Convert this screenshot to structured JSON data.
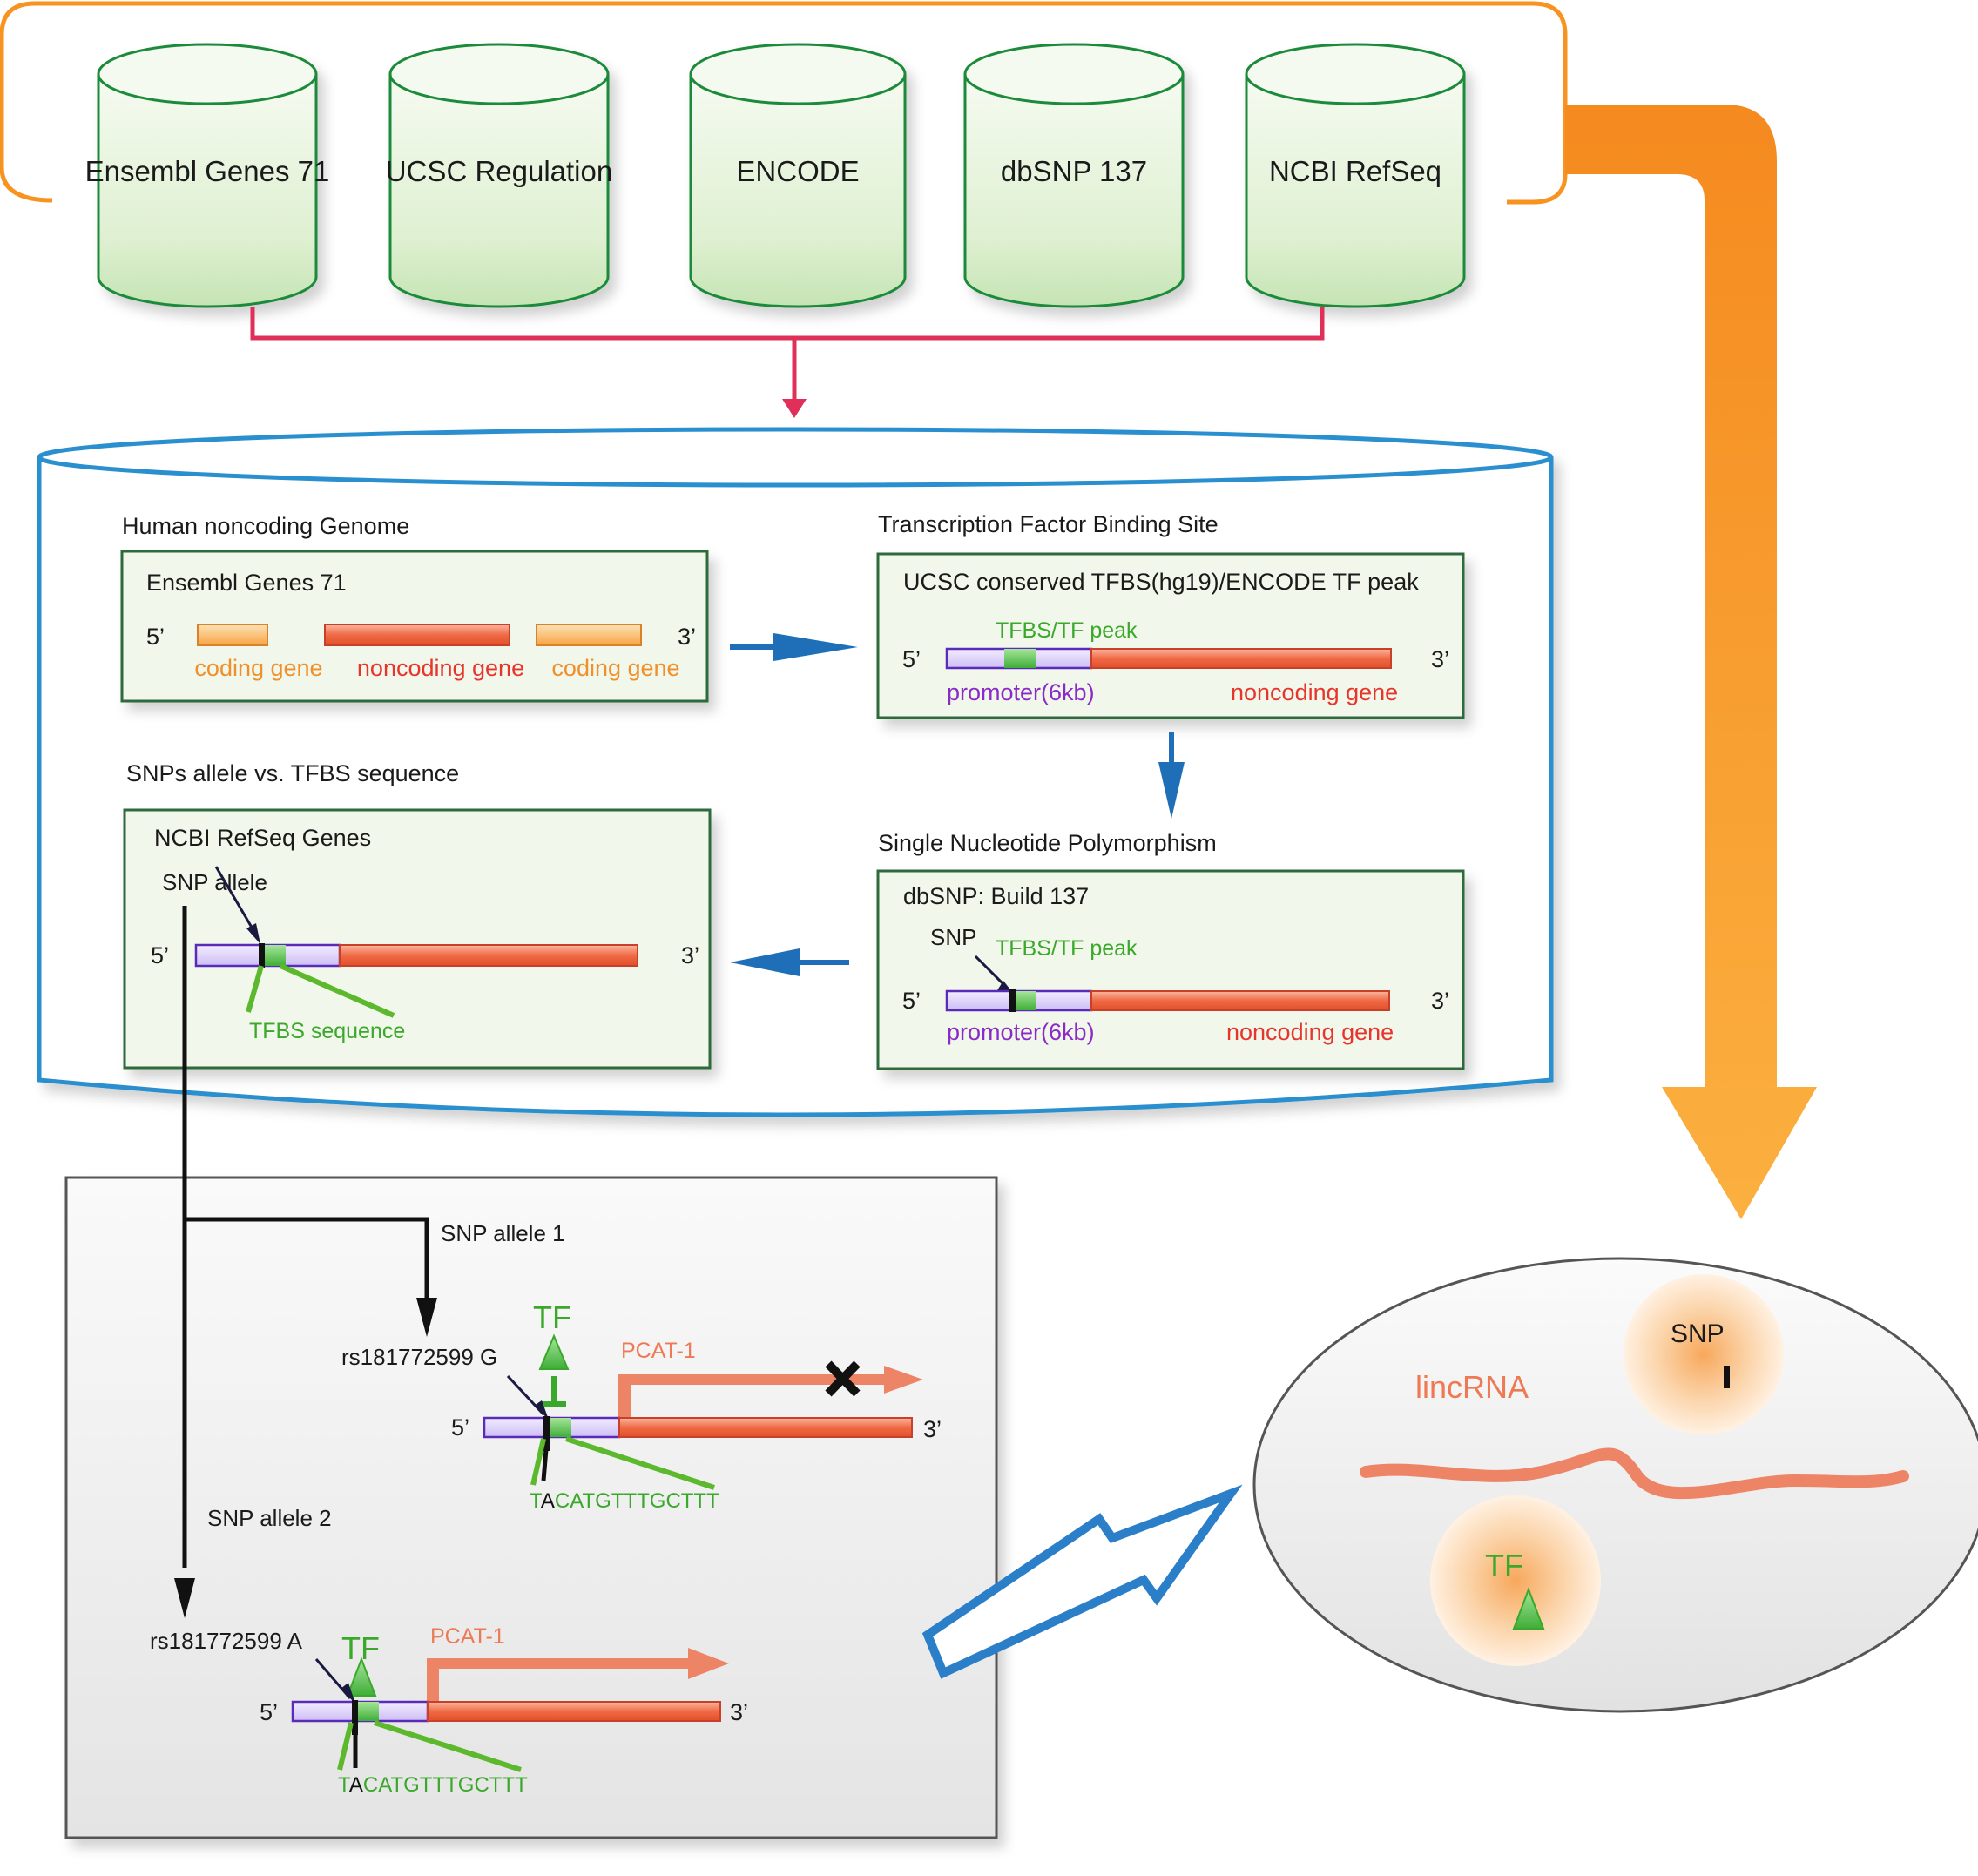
{
  "databases": [
    "Ensembl Genes 71",
    "UCSC Regulation",
    "ENCODE",
    "dbSNP 137",
    "NCBI RefSeq"
  ],
  "panel1": {
    "section_title": "Human noncoding Genome",
    "box_title": "Ensembl Genes 71",
    "end5": "5’",
    "end3": "3’",
    "coding1": "coding gene",
    "noncoding": "noncoding gene",
    "coding2": "coding gene"
  },
  "panel2": {
    "section_title": "Transcription Factor Binding Site",
    "box_title": "UCSC conserved TFBS(hg19)/ENCODE TF peak",
    "tfbs": "TFBS/TF peak",
    "end5": "5’",
    "end3": "3’",
    "promoter": "promoter(6kb)",
    "noncoding": "noncoding gene"
  },
  "panel3": {
    "section_title": "Single Nucleotide Polymorphism",
    "box_title": "dbSNP: Build 137",
    "snp": "SNP",
    "tfbs": "TFBS/TF peak",
    "end5": "5’",
    "end3": "3’",
    "promoter": "promoter(6kb)",
    "noncoding": "noncoding gene"
  },
  "panel4": {
    "section_title": "SNPs allele vs. TFBS sequence",
    "box_title": "NCBI RefSeq Genes",
    "snp_allele": "SNP allele",
    "end5": "5’",
    "end3": "3’",
    "tfbs_sequence": "TFBS sequence"
  },
  "lower": {
    "allele1": "SNP allele 1",
    "allele2": "SNP allele 2",
    "rs_g": "rs181772599 G",
    "rs_a": "rs181772599 A",
    "tf": "TF",
    "pcat": "PCAT-1",
    "end5": "5’",
    "end3": "3’",
    "seq_first": "T",
    "seq_snp": "A",
    "seq_rest": "CATGTTTGCTTT"
  },
  "cell": {
    "snp": "SNP",
    "lincrna": "lincRNA",
    "tf": "TF"
  },
  "colors": {
    "orange": "#f7931e",
    "db_green": "#1e8a3a",
    "pink": "#e0305a",
    "blue": "#2b8fcf",
    "box_green": "#2e6b3a",
    "gene_red": "#e8532a",
    "coding_orange": "#f6a640",
    "promoter_purple": "#5a2ab8",
    "tfbs_green": "#4fc03a",
    "pcat": "#ee8466"
  }
}
